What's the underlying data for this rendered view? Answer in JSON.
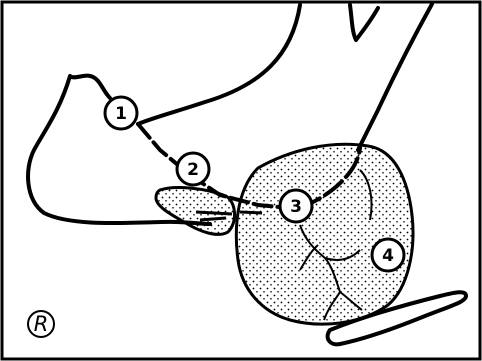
{
  "callouts": [
    {
      "label": "1"
    },
    {
      "label": "2"
    },
    {
      "label": "3"
    },
    {
      "label": "4"
    }
  ],
  "panel_mark": "R",
  "colors": {
    "ink": "#000000",
    "paper": "#ffffff"
  }
}
